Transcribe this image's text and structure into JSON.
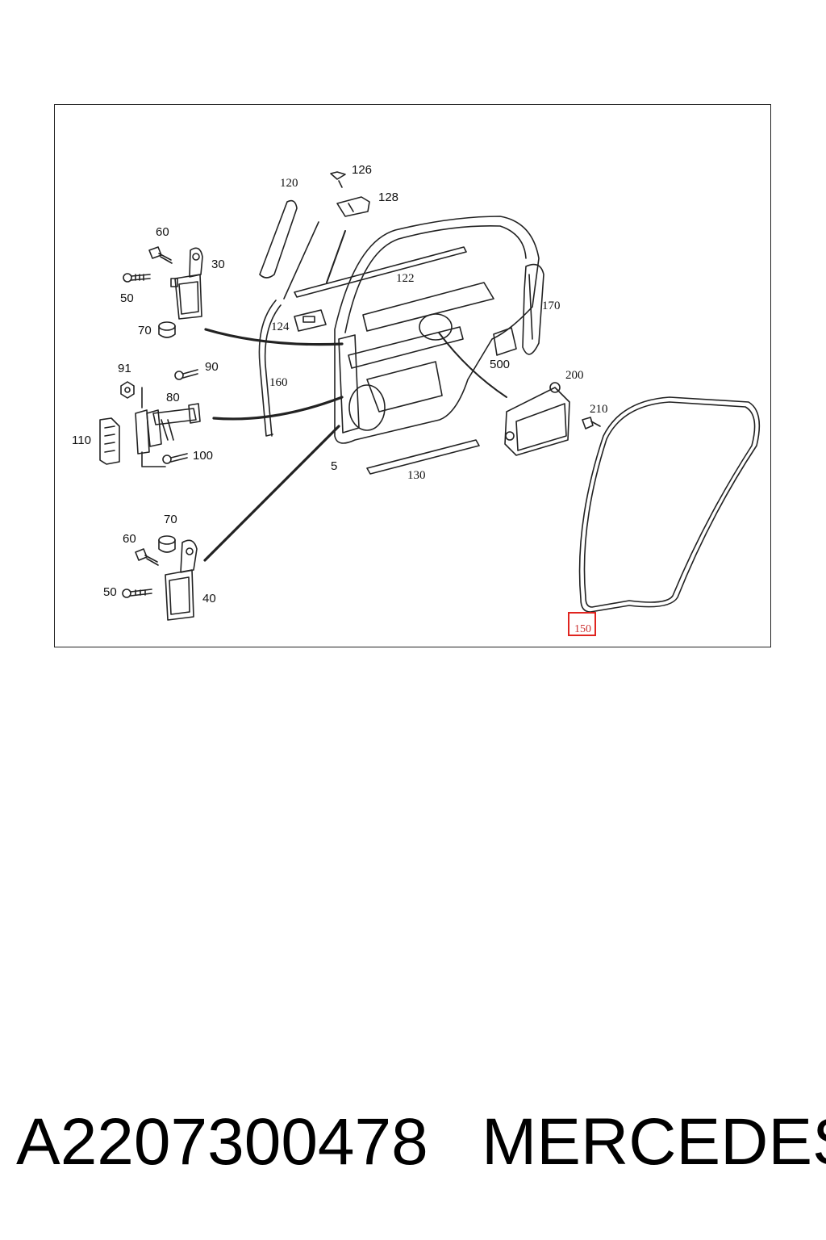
{
  "diagram": {
    "labels": {
      "l120": "120",
      "l126": "126",
      "l128": "128",
      "l60a": "60",
      "l30": "30",
      "l50a": "50",
      "l122": "122",
      "l170": "170",
      "l70a": "70",
      "l124": "124",
      "l500": "500",
      "l91": "91",
      "l90": "90",
      "l160": "160",
      "l200": "200",
      "l80": "80",
      "l210": "210",
      "l110": "110",
      "l100": "100",
      "l5": "5",
      "l130": "130",
      "l70b": "70",
      "l60b": "60",
      "l50b": "50",
      "l40": "40"
    },
    "highlight": {
      "label": "150",
      "color": "#e0241f"
    }
  },
  "caption": {
    "part_number": "A2207300478",
    "brand": "MERCEDES"
  }
}
